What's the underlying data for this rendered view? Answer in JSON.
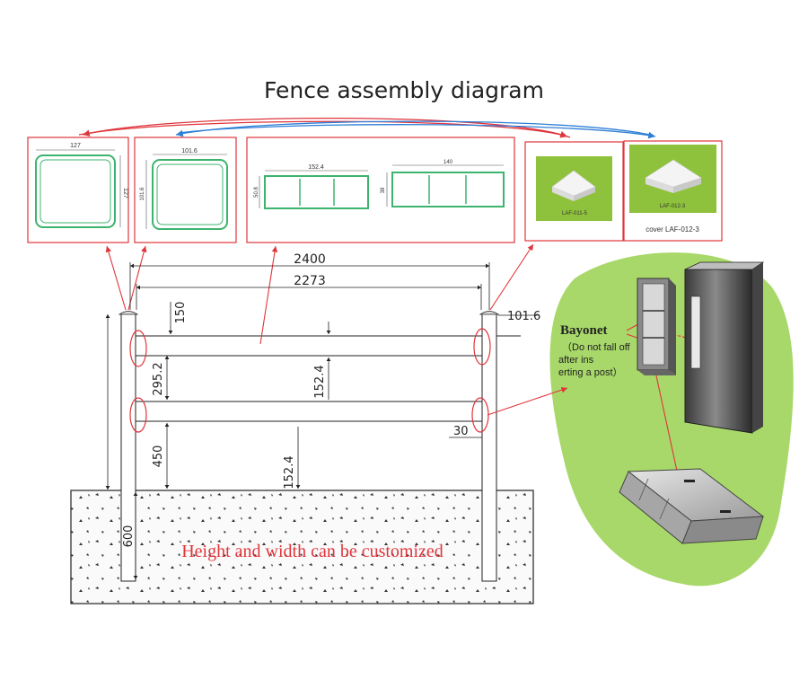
{
  "title": "Fence assembly diagram",
  "colors": {
    "callout_red": "#e0353b",
    "profile_green": "#3cb46e",
    "blob_green": "#a8d86a",
    "link_blue": "#2f7fd6",
    "ground_fill": "#f2f2f2"
  },
  "panels": {
    "post127": {
      "w": "127",
      "h": "127"
    },
    "post101": {
      "w": "101.6",
      "h": "101.6"
    },
    "rail1": {
      "w": "152.4",
      "h": "50.8"
    },
    "rail2": {
      "w": "140",
      "h": "38"
    },
    "cap1": {
      "label": "LAF-011-5"
    },
    "cap2": {
      "label": "LAF-012-3",
      "caption": "cover  LAF-012-3"
    }
  },
  "dimensions": {
    "total_width": "2400",
    "inner_width": "2273",
    "post_top": "150",
    "post_size": "101.6",
    "rail_spacing": "295.2",
    "rail_height_1": "152.4",
    "rail_height_2": "152.4",
    "ground_clearance": "450",
    "rail_insert": "30",
    "buried_depth": "600"
  },
  "note_customize": "Height and width can be customized",
  "bayonet": {
    "title": "Bayonet",
    "desc_lines": [
      "（Do not fall off",
      "after ins",
      "erting a post）"
    ]
  }
}
